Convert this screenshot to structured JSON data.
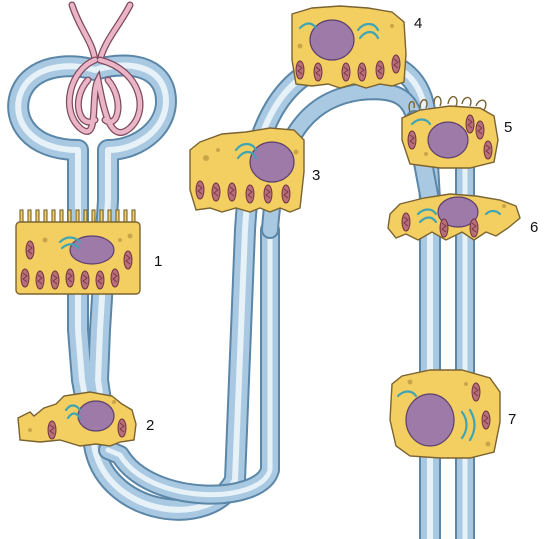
{
  "labels": {
    "cell_1": "1",
    "cell_2": "2",
    "cell_3": "3",
    "cell_4": "4",
    "cell_5": "5",
    "cell_6": "6",
    "cell_7": "7"
  },
  "colors": {
    "tubule_wall": "#a9c9e2",
    "tubule_outline": "#5a86a8",
    "cell_cytoplasm": "#f3cf62",
    "nucleus": "#9d7aa8",
    "mitochondria": "#b96f7a",
    "golgi": "#3fa4b4",
    "glomerulus_capillary": "#e9b5c7"
  }
}
